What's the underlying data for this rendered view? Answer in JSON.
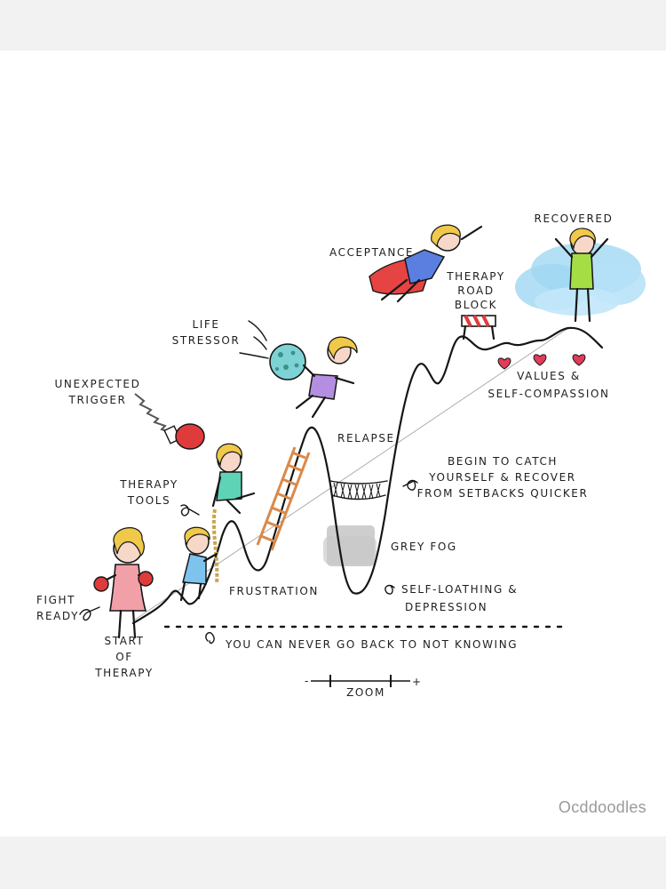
{
  "colors": {
    "background": "#ffffff",
    "page_band": "#f2f2f2",
    "ink": "#161616",
    "hair": "#f0c94a",
    "pink_figure": "#f2a0a8",
    "blue_figure": "#7ec3ee",
    "teal_figure": "#5fd3b5",
    "purple_figure": "#b48ee0",
    "cape": "#e64343",
    "green_figure": "#a5dd45",
    "glove": "#e03b3b",
    "heart": "#e33b5b",
    "ladder": "#d9894b",
    "sky_cloud": "#9fd7f3",
    "fog": "#bdbdbd"
  },
  "labels": {
    "fight_ready": [
      "FIGHT",
      "READY"
    ],
    "start_of_therapy": [
      "START",
      "OF",
      "THERAPY"
    ],
    "therapy_tools": [
      "THERAPY",
      "TOOLS"
    ],
    "unexpected_trigger": [
      "UNEXPECTED",
      "TRIGGER"
    ],
    "life_stressor": [
      "LIFE",
      "STRESSOR"
    ],
    "frustration": "FRUSTRATION",
    "relapse": "RELAPSE",
    "acceptance": "ACCEPTANCE",
    "therapy_road_block": [
      "THERAPY",
      "ROAD",
      "BLOCK"
    ],
    "recovered": "RECOVERED",
    "values": [
      "VALUES &",
      "SELF-COMPASSION"
    ],
    "begin_to_catch": [
      "BEGIN TO CATCH",
      "YOURSELF & RECOVER",
      "FROM SETBACKS QUICKER"
    ],
    "grey_fog": "GREY FOG",
    "self_loathing": [
      "SELF-LOATHING &",
      "DEPRESSION"
    ],
    "never_go_back": "YOU CAN NEVER GO BACK TO NOT KNOWING",
    "zoom": "ZOOM",
    "zoom_minus": "-",
    "zoom_plus": "+"
  },
  "watermark": "Ocddoodles"
}
